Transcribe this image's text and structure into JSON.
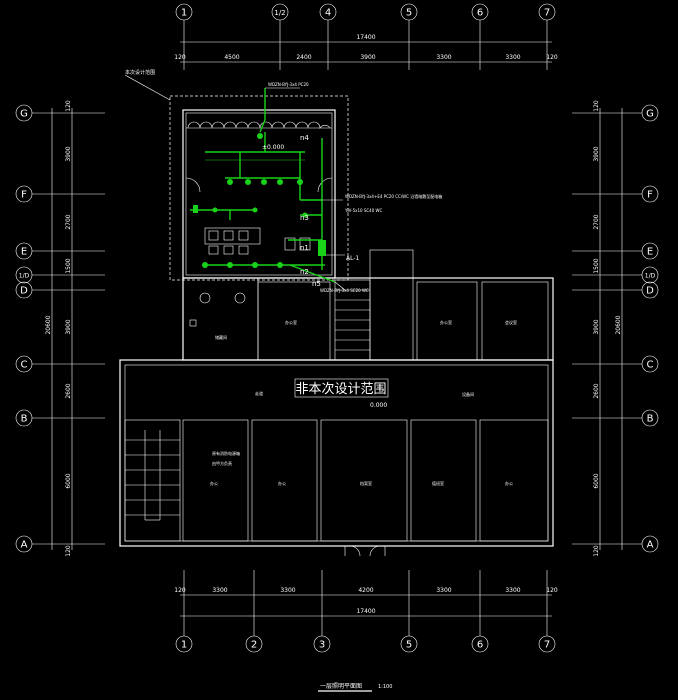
{
  "axes": {
    "top": [
      "1",
      "1/2",
      "4",
      "5",
      "6",
      "7"
    ],
    "bottom": [
      "1",
      "2",
      "3",
      "5",
      "6",
      "7"
    ],
    "left": [
      "G",
      "F",
      "E",
      "1/D",
      "D",
      "C",
      "B",
      "A"
    ],
    "right": [
      "G",
      "F",
      "E",
      "1/D",
      "D",
      "C",
      "B",
      "A"
    ]
  },
  "dimensions": {
    "top_total": "17400",
    "top_segments": [
      "120",
      "4500",
      "2400",
      "3900",
      "3300",
      "3300",
      "120"
    ],
    "bottom_total": "17400",
    "bottom_segments": [
      "120",
      "3300",
      "3300",
      "4200",
      "3300",
      "3300",
      "120"
    ],
    "left_total": "20600",
    "left_segments": [
      "120",
      "3900",
      "2700",
      "1500",
      "3900",
      "2600",
      "6000",
      "120"
    ],
    "right_total": "20600",
    "right_segments": [
      "120",
      "3900",
      "2700",
      "1500",
      "3900",
      "2600",
      "6000",
      "120"
    ]
  },
  "annotations": {
    "design_scope_box": "本次设计范围",
    "top_feed": "WDZN-BYJ-3x4 PC20",
    "elevation_upper": "±0.000",
    "elevation_lower": "0.000",
    "cable_note_1": "WDZN-BYJ-3x4+E4 PC20 CC/WC 沿墙暗敷至配电箱",
    "cable_note_2": "YJV-5x10 SC40 WC",
    "cable_note_3": "WDZN-BYJ-3x4 SC20 WC",
    "circuit_n1": "n1",
    "circuit_n2": "n2",
    "circuit_n3": "n3",
    "circuit_n4": "n4",
    "circuit_n5": "n5",
    "panel_al": "AL-1",
    "stair_note_1": "原有消防电源箱",
    "stair_note_2": "由甲方负责",
    "outside_scope": "非本次设计范围",
    "outside_elevation": "0.000"
  },
  "rooms": {
    "store": "储藏间",
    "office_a": "办公室",
    "office_b": "办公室",
    "office_c": "会议室",
    "corridor": "走道",
    "room_1": "办公",
    "room_2": "办公",
    "room_3": "档案室",
    "room_4": "值班室",
    "room_5": "办公",
    "room_6": "设备间"
  },
  "title": {
    "name": "一层照明平面图",
    "scale": "1:100"
  }
}
